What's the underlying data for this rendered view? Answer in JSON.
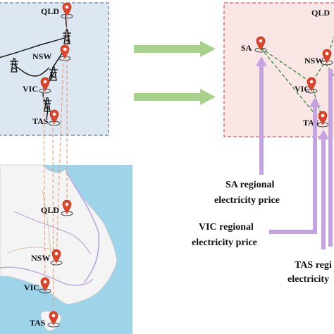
{
  "left_panel": {
    "nodes": {
      "qld": "QLD",
      "nsw": "NSW",
      "vic": "VIC",
      "tas": "TAS"
    }
  },
  "map": {
    "labels": {
      "qld": "QLD",
      "nsw": "NSW",
      "vic": "VIC",
      "tas": "TAS"
    }
  },
  "right_panel": {
    "nodes": {
      "sa": "SA",
      "nsw": "NSW",
      "vic": "VIC",
      "tas": "TAS",
      "qld": "QLD"
    }
  },
  "price_labels": {
    "sa": [
      "SA regional",
      "electricity price"
    ],
    "vic": [
      "VIC regional",
      "electricity price"
    ],
    "tas": [
      "TAS regi",
      "electricity"
    ]
  },
  "colors": {
    "left_panel_fill": "#dde7f1",
    "left_panel_border": "#3a5a8c",
    "right_panel_fill": "#fbe6e6",
    "right_panel_border": "#e03030",
    "map_water": "#9ed4ea",
    "map_land": "#f4f4f4",
    "transfer_arrow": "#a9d18e",
    "price_arrow": "#c4a3e0",
    "pin": "#e0452b",
    "link_dashed": "#2e8b3a",
    "projection_dashed": "#e8a080"
  }
}
